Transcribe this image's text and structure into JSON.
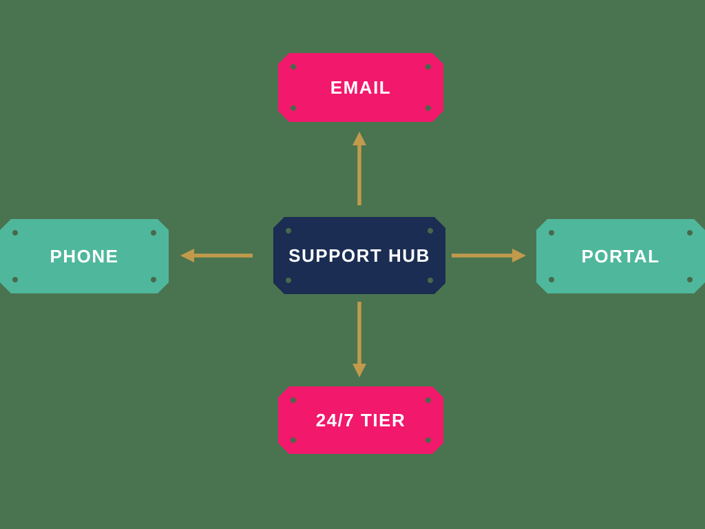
{
  "diagram": {
    "type": "hub-and-spoke",
    "center": {
      "id": "hub",
      "label": "SUPPORT HUB",
      "shape": "cut-corner-plaque",
      "color": "#1B2D52"
    },
    "nodes": [
      {
        "id": "email",
        "label": "EMAIL",
        "position": "top",
        "shape": "cut-corner-plaque",
        "color": "#F2186B"
      },
      {
        "id": "phone",
        "label": "PHONE",
        "position": "left",
        "shape": "cut-corner-plaque",
        "color": "#4FB79C"
      },
      {
        "id": "portal",
        "label": "PORTAL",
        "position": "right",
        "shape": "cut-corner-plaque",
        "color": "#4FB79C"
      },
      {
        "id": "tier",
        "label": "24/7 TIER",
        "position": "bottom",
        "shape": "cut-corner-plaque",
        "color": "#F2186B"
      }
    ],
    "connections": [
      {
        "from": "hub",
        "to": "email",
        "style": "arrow",
        "direction": "up"
      },
      {
        "from": "hub",
        "to": "phone",
        "style": "arrow",
        "direction": "left"
      },
      {
        "from": "hub",
        "to": "portal",
        "style": "arrow",
        "direction": "right"
      },
      {
        "from": "hub",
        "to": "tier",
        "style": "arrow",
        "direction": "down"
      }
    ],
    "colors": {
      "background": "#4A7350",
      "pink": "#F2186B",
      "teal": "#4FB79C",
      "navy": "#1B2D52",
      "arrow": "#C19A4C",
      "label": "#FFFFFF",
      "dot": "#47694C"
    }
  }
}
